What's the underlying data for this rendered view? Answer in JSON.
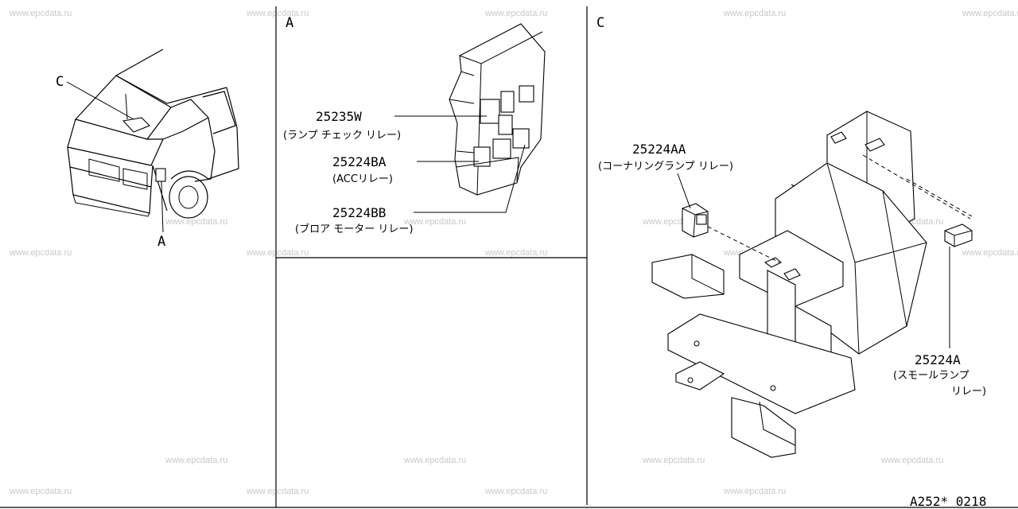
{
  "watermarks": [
    "www.epcdata.ru"
  ],
  "sections": {
    "a": {
      "letter": "A"
    },
    "c": {
      "letter": "C"
    }
  },
  "overview": {
    "callout_c": "C",
    "callout_a": "A"
  },
  "section_a_parts": [
    {
      "part_no": "25235W",
      "desc": "(ランプ チェック リレー)"
    },
    {
      "part_no": "25224BA",
      "desc": "(ACCリレー)"
    },
    {
      "part_no": "25224BB",
      "desc": "(ブロア モーター リレー)"
    }
  ],
  "section_c_parts": [
    {
      "part_no": "25224AA",
      "desc": "(コーナリングランプ リレー)"
    },
    {
      "part_no": "25224A",
      "desc_line1": "(スモールランプ",
      "desc_line2": "リレー)"
    }
  ],
  "drawing_code": "A252* 0218"
}
